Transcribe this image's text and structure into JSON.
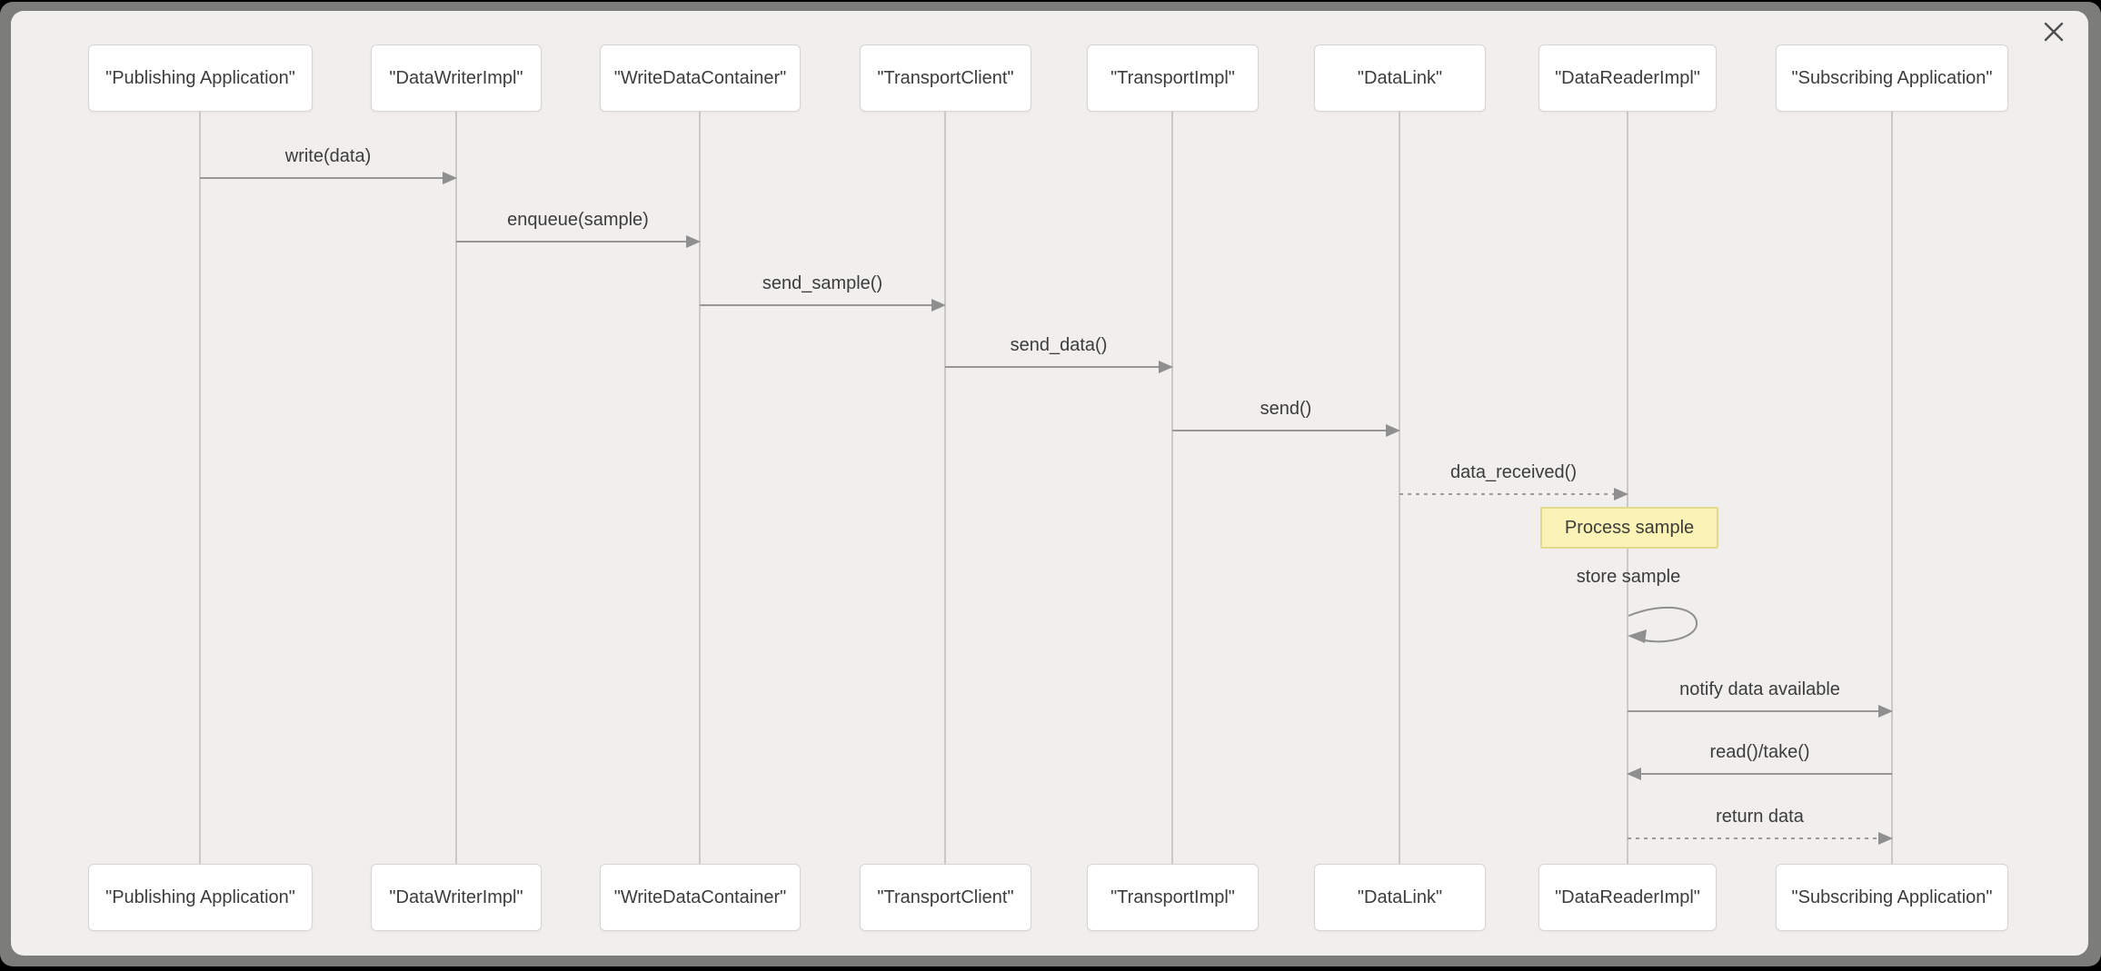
{
  "window": {
    "close_icon": "x-close",
    "colors": {
      "frame": "#7c7c78",
      "panel_background": "#f0efed",
      "outer_background": "#000000"
    }
  },
  "diagram": {
    "type": "uml-sequence",
    "participants": [
      "\"Publishing Application\"",
      "\"DataWriterImpl\"",
      "\"WriteDataContainer\"",
      "\"TransportClient\"",
      "\"TransportImpl\"",
      "\"DataLink\"",
      "\"DataReaderImpl\"",
      "\"Subscribing Application\""
    ],
    "messages": [
      {
        "label": "write(data)",
        "from": "\"Publishing Application\"",
        "to": "\"DataWriterImpl\"",
        "line": "solid",
        "direction": "right"
      },
      {
        "label": "enqueue(sample)",
        "from": "\"DataWriterImpl\"",
        "to": "\"WriteDataContainer\"",
        "line": "solid",
        "direction": "right"
      },
      {
        "label": "send_sample()",
        "from": "\"WriteDataContainer\"",
        "to": "\"TransportClient\"",
        "line": "solid",
        "direction": "right"
      },
      {
        "label": "send_data()",
        "from": "\"TransportClient\"",
        "to": "\"TransportImpl\"",
        "line": "solid",
        "direction": "right"
      },
      {
        "label": "send()",
        "from": "\"TransportImpl\"",
        "to": "\"DataLink\"",
        "line": "solid",
        "direction": "right"
      },
      {
        "label": "data_received()",
        "from": "\"DataLink\"",
        "to": "\"DataReaderImpl\"",
        "line": "dashed",
        "direction": "right"
      },
      {
        "label": "store sample",
        "from": "\"DataReaderImpl\"",
        "to": "\"DataReaderImpl\"",
        "line": "solid",
        "direction": "self"
      },
      {
        "label": "notify data available",
        "from": "\"DataReaderImpl\"",
        "to": "\"Subscribing Application\"",
        "line": "solid",
        "direction": "right"
      },
      {
        "label": "read()/take()",
        "from": "\"Subscribing Application\"",
        "to": "\"DataReaderImpl\"",
        "line": "solid",
        "direction": "left"
      },
      {
        "label": "return data",
        "from": "\"DataReaderImpl\"",
        "to": "\"Subscribing Application\"",
        "line": "dashed",
        "direction": "right"
      }
    ],
    "note": {
      "label": "Process sample",
      "attached_to": "\"DataReaderImpl\"",
      "background": "#faf3b5",
      "border": "#e3d98c"
    },
    "style": {
      "box_background": "#ffffff",
      "box_border": "#d7d5d1",
      "lifeline_color": "#cac9c7",
      "arrow_color": "#8f8f8f",
      "text_color": "#3c3c3c"
    }
  }
}
